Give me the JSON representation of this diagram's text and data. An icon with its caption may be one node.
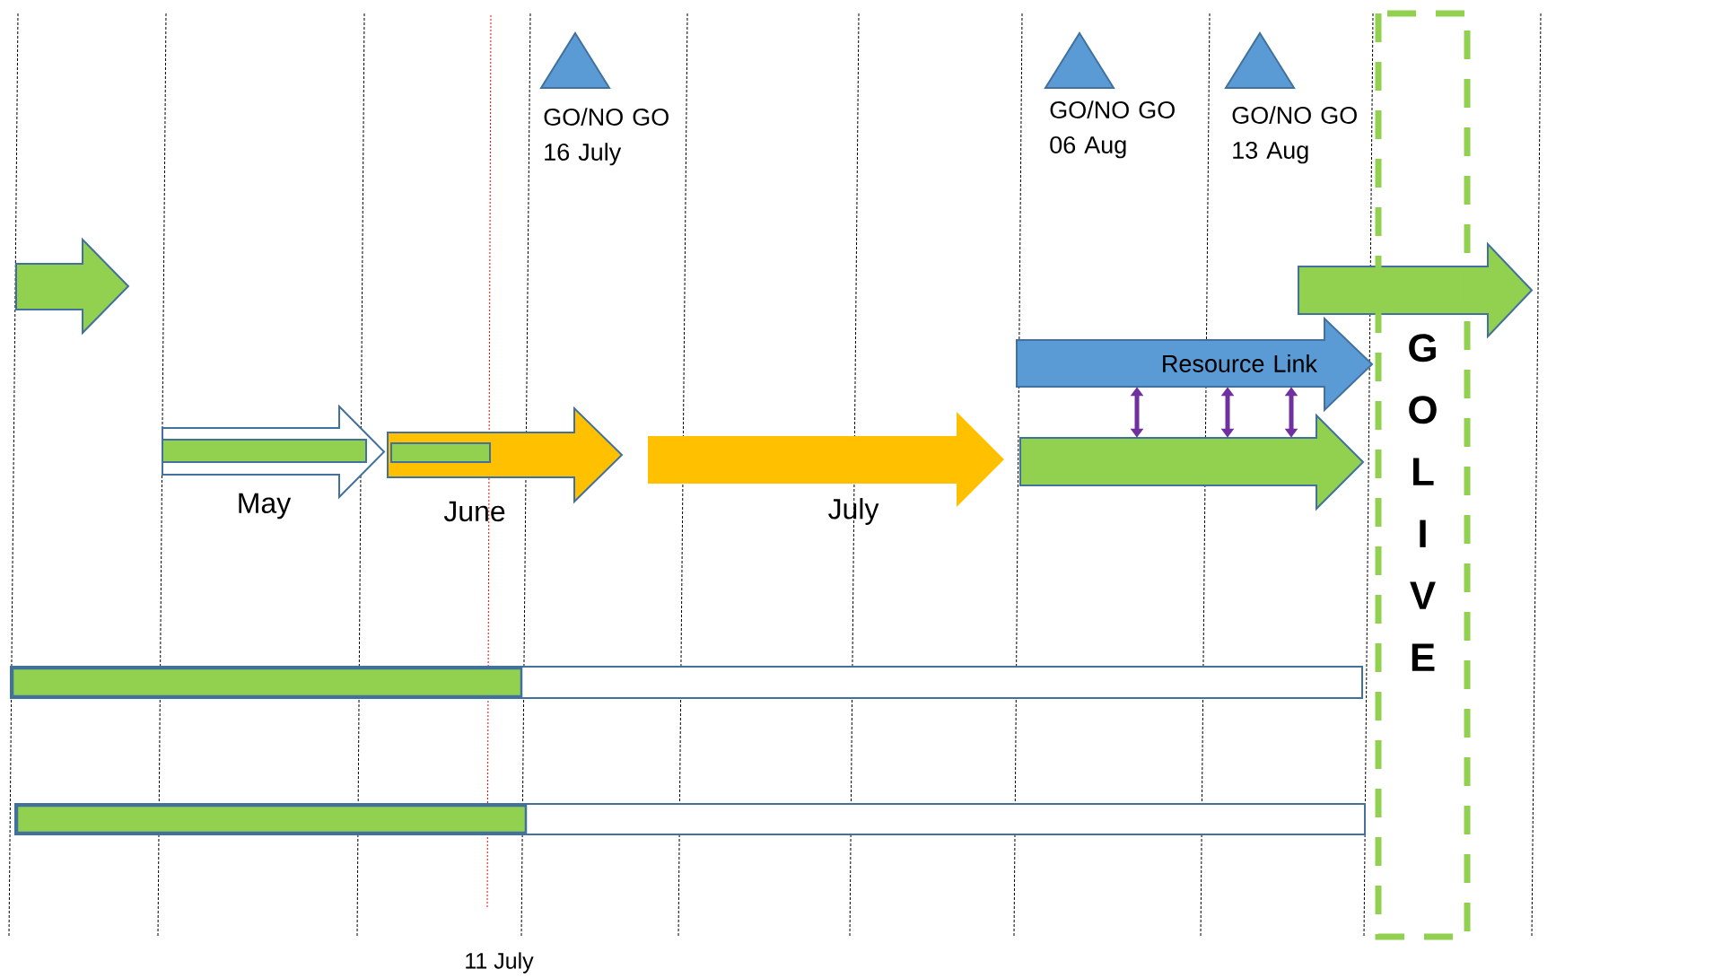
{
  "diagram": {
    "nodes": [
      {
        "text": [],
        "shape": "triangle",
        "beside": [
          "GO/NO GO 16 July"
        ]
      },
      {
        "text": [],
        "shape": "triangle",
        "beside": [
          "GO/NO GO 06 Aug"
        ]
      },
      {
        "text": [],
        "shape": "triangle",
        "beside": [
          "GO/NO GO 13 Aug"
        ]
      },
      {
        "text": [
          "G O L I V E"
        ]
      },
      {
        "text": [],
        "shape": "arrow"
      },
      {
        "text": [],
        "shape": "arrow"
      },
      {
        "text": [
          "Resource Link"
        ]
      },
      {
        "text": [],
        "shape": "arrow",
        "beside": [
          "May"
        ]
      },
      {
        "text": [],
        "shape": "arrow",
        "beside": [
          "June"
        ]
      },
      {
        "text": [],
        "shape": "arrow",
        "beside": [
          "July"
        ]
      },
      {
        "text": [],
        "shape": "arrow"
      },
      {
        "text": [],
        "shape": "bar"
      },
      {
        "text": [],
        "shape": "bar"
      }
    ],
    "edges": [
      {
        "from": 6,
        "to": 10,
        "arrow": "both"
      },
      {
        "from": 6,
        "to": 10,
        "arrow": "both"
      },
      {
        "from": 6,
        "to": 10,
        "arrow": "both"
      }
    ],
    "labels": [
      "11 July"
    ]
  }
}
